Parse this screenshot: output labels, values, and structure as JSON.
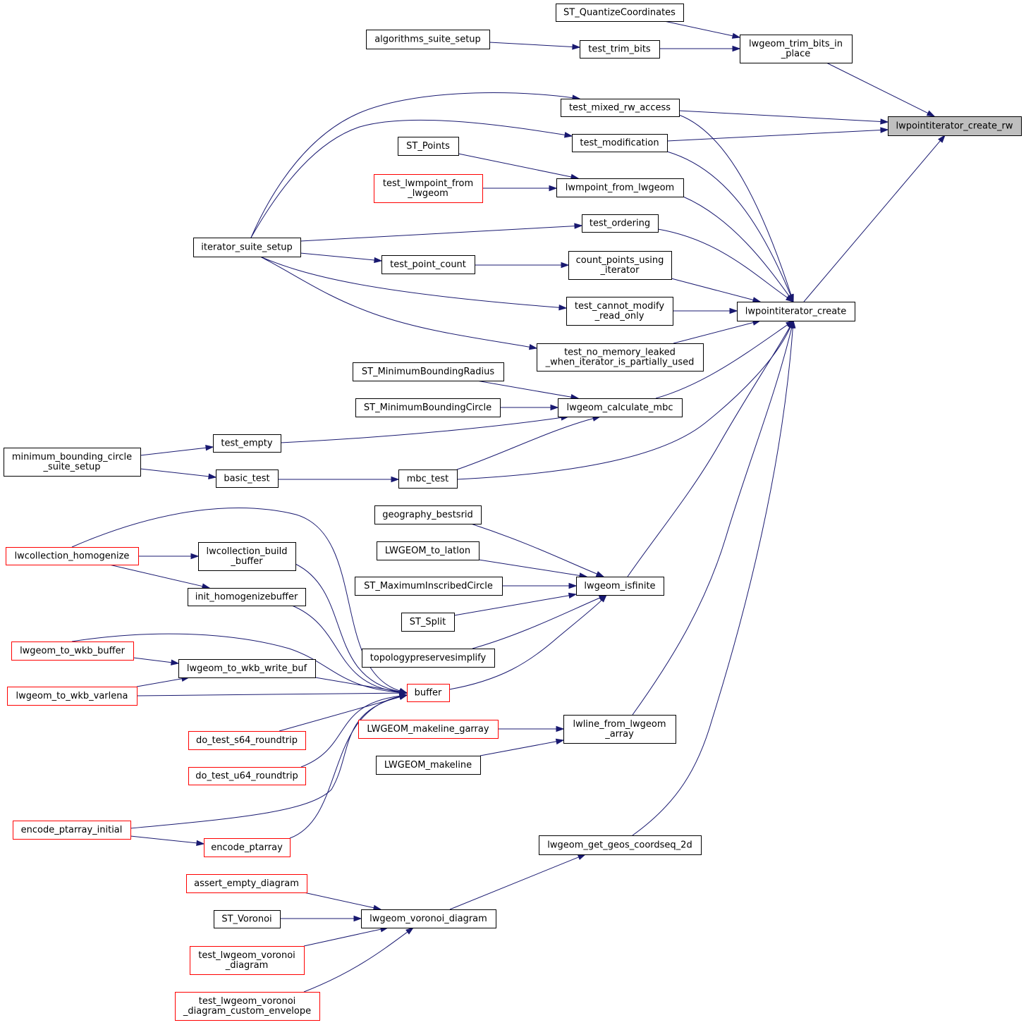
{
  "diagram": {
    "nodes": [
      {
        "id": "lwpointiterator_create_rw",
        "lines": [
          "lwpointiterator_create_rw"
        ],
        "style": "root"
      },
      {
        "id": "ST_QuantizeCoordinates",
        "lines": [
          "ST_QuantizeCoordinates"
        ],
        "style": "normal"
      },
      {
        "id": "lwgeom_trim_bits_in_place",
        "lines": [
          "lwgeom_trim_bits_in",
          "_place"
        ],
        "style": "normal"
      },
      {
        "id": "algorithms_suite_setup",
        "lines": [
          "algorithms_suite_setup"
        ],
        "style": "normal"
      },
      {
        "id": "test_trim_bits",
        "lines": [
          "test_trim_bits"
        ],
        "style": "normal"
      },
      {
        "id": "test_mixed_rw_access",
        "lines": [
          "test_mixed_rw_access"
        ],
        "style": "normal"
      },
      {
        "id": "test_modification",
        "lines": [
          "test_modification"
        ],
        "style": "normal"
      },
      {
        "id": "ST_Points",
        "lines": [
          "ST_Points"
        ],
        "style": "normal"
      },
      {
        "id": "test_lwmpoint_from_lwgeom",
        "lines": [
          "test_lwmpoint_from",
          "_lwgeom"
        ],
        "style": "red"
      },
      {
        "id": "lwmpoint_from_lwgeom",
        "lines": [
          "lwmpoint_from_lwgeom"
        ],
        "style": "normal"
      },
      {
        "id": "test_ordering",
        "lines": [
          "test_ordering"
        ],
        "style": "normal"
      },
      {
        "id": "iterator_suite_setup",
        "lines": [
          "iterator_suite_setup"
        ],
        "style": "normal"
      },
      {
        "id": "test_point_count",
        "lines": [
          "test_point_count"
        ],
        "style": "normal"
      },
      {
        "id": "count_points_using_iterator",
        "lines": [
          "count_points_using",
          "_iterator"
        ],
        "style": "normal"
      },
      {
        "id": "test_cannot_modify_read_only",
        "lines": [
          "test_cannot_modify",
          "_read_only"
        ],
        "style": "normal"
      },
      {
        "id": "lwpointiterator_create",
        "lines": [
          "lwpointiterator_create"
        ],
        "style": "normal"
      },
      {
        "id": "test_no_memory_leaked",
        "lines": [
          "test_no_memory_leaked",
          "_when_iterator_is_partially_used"
        ],
        "style": "normal"
      },
      {
        "id": "ST_MinimumBoundingRadius",
        "lines": [
          "ST_MinimumBoundingRadius"
        ],
        "style": "normal"
      },
      {
        "id": "ST_MinimumBoundingCircle",
        "lines": [
          "ST_MinimumBoundingCircle"
        ],
        "style": "normal"
      },
      {
        "id": "lwgeom_calculate_mbc",
        "lines": [
          "lwgeom_calculate_mbc"
        ],
        "style": "normal"
      },
      {
        "id": "test_empty",
        "lines": [
          "test_empty"
        ],
        "style": "normal"
      },
      {
        "id": "minimum_bounding_circle_suite_setup",
        "lines": [
          "minimum_bounding_circle",
          "_suite_setup"
        ],
        "style": "normal"
      },
      {
        "id": "basic_test",
        "lines": [
          "basic_test"
        ],
        "style": "normal"
      },
      {
        "id": "mbc_test",
        "lines": [
          "mbc_test"
        ],
        "style": "normal"
      },
      {
        "id": "geography_bestsrid",
        "lines": [
          "geography_bestsrid"
        ],
        "style": "normal"
      },
      {
        "id": "LWGEOM_to_latlon",
        "lines": [
          "LWGEOM_to_latlon"
        ],
        "style": "normal"
      },
      {
        "id": "ST_MaximumInscribedCircle",
        "lines": [
          "ST_MaximumInscribedCircle"
        ],
        "style": "normal"
      },
      {
        "id": "lwgeom_isfinite",
        "lines": [
          "lwgeom_isfinite"
        ],
        "style": "normal"
      },
      {
        "id": "ST_Split",
        "lines": [
          "ST_Split"
        ],
        "style": "normal"
      },
      {
        "id": "topologypreservesimplify",
        "lines": [
          "topologypreservesimplify"
        ],
        "style": "normal"
      },
      {
        "id": "lwcollection_homogenize",
        "lines": [
          "lwcollection_homogenize"
        ],
        "style": "red"
      },
      {
        "id": "lwcollection_build_buffer",
        "lines": [
          "lwcollection_build",
          "_buffer"
        ],
        "style": "normal"
      },
      {
        "id": "init_homogenizebuffer",
        "lines": [
          "init_homogenizebuffer"
        ],
        "style": "normal"
      },
      {
        "id": "lwgeom_to_wkb_buffer",
        "lines": [
          "lwgeom_to_wkb_buffer"
        ],
        "style": "red"
      },
      {
        "id": "lwgeom_to_wkb_write_buf",
        "lines": [
          "lwgeom_to_wkb_write_buf"
        ],
        "style": "normal"
      },
      {
        "id": "lwgeom_to_wkb_varlena",
        "lines": [
          "lwgeom_to_wkb_varlena"
        ],
        "style": "red"
      },
      {
        "id": "buffer",
        "lines": [
          "buffer"
        ],
        "style": "red"
      },
      {
        "id": "do_test_s64_roundtrip",
        "lines": [
          "do_test_s64_roundtrip"
        ],
        "style": "red"
      },
      {
        "id": "do_test_u64_roundtrip",
        "lines": [
          "do_test_u64_roundtrip"
        ],
        "style": "red"
      },
      {
        "id": "LWGEOM_makeline_garray",
        "lines": [
          "LWGEOM_makeline_garray"
        ],
        "style": "red"
      },
      {
        "id": "lwline_from_lwgeom_array",
        "lines": [
          "lwline_from_lwgeom",
          "_array"
        ],
        "style": "normal"
      },
      {
        "id": "LWGEOM_makeline",
        "lines": [
          "LWGEOM_makeline"
        ],
        "style": "normal"
      },
      {
        "id": "encode_ptarray_initial",
        "lines": [
          "encode_ptarray_initial"
        ],
        "style": "red"
      },
      {
        "id": "encode_ptarray",
        "lines": [
          "encode_ptarray"
        ],
        "style": "red"
      },
      {
        "id": "lwgeom_get_geos_coordseq_2d",
        "lines": [
          "lwgeom_get_geos_coordseq_2d"
        ],
        "style": "normal"
      },
      {
        "id": "assert_empty_diagram",
        "lines": [
          "assert_empty_diagram"
        ],
        "style": "red"
      },
      {
        "id": "ST_Voronoi",
        "lines": [
          "ST_Voronoi"
        ],
        "style": "normal"
      },
      {
        "id": "lwgeom_voronoi_diagram",
        "lines": [
          "lwgeom_voronoi_diagram"
        ],
        "style": "normal"
      },
      {
        "id": "test_lwgeom_voronoi_diagram",
        "lines": [
          "test_lwgeom_voronoi",
          "_diagram"
        ],
        "style": "red"
      },
      {
        "id": "test_lwgeom_voronoi_diagram_custom_envelope",
        "lines": [
          "test_lwgeom_voronoi",
          "_diagram_custom_envelope"
        ],
        "style": "red"
      }
    ],
    "edges": [
      {
        "from": "lwgeom_trim_bits_in_place",
        "to": "lwpointiterator_create_rw"
      },
      {
        "from": "ST_QuantizeCoordinates",
        "to": "lwgeom_trim_bits_in_place"
      },
      {
        "from": "test_trim_bits",
        "to": "lwgeom_trim_bits_in_place"
      },
      {
        "from": "algorithms_suite_setup",
        "to": "test_trim_bits"
      },
      {
        "from": "test_mixed_rw_access",
        "to": "lwpointiterator_create_rw"
      },
      {
        "from": "test_modification",
        "to": "lwpointiterator_create_rw"
      },
      {
        "from": "lwpointiterator_create",
        "to": "lwpointiterator_create_rw"
      },
      {
        "from": "iterator_suite_setup",
        "to": "test_mixed_rw_access"
      },
      {
        "from": "iterator_suite_setup",
        "to": "test_modification"
      },
      {
        "from": "iterator_suite_setup",
        "to": "test_ordering"
      },
      {
        "from": "iterator_suite_setup",
        "to": "test_point_count"
      },
      {
        "from": "iterator_suite_setup",
        "to": "test_cannot_modify_read_only"
      },
      {
        "from": "iterator_suite_setup",
        "to": "test_no_memory_leaked"
      },
      {
        "from": "ST_Points",
        "to": "lwmpoint_from_lwgeom"
      },
      {
        "from": "test_lwmpoint_from_lwgeom",
        "to": "lwmpoint_from_lwgeom"
      },
      {
        "from": "test_point_count",
        "to": "count_points_using_iterator"
      },
      {
        "from": "test_mixed_rw_access",
        "to": "lwpointiterator_create"
      },
      {
        "from": "test_modification",
        "to": "lwpointiterator_create"
      },
      {
        "from": "lwmpoint_from_lwgeom",
        "to": "lwpointiterator_create"
      },
      {
        "from": "test_ordering",
        "to": "lwpointiterator_create"
      },
      {
        "from": "count_points_using_iterator",
        "to": "lwpointiterator_create"
      },
      {
        "from": "test_cannot_modify_read_only",
        "to": "lwpointiterator_create"
      },
      {
        "from": "test_no_memory_leaked",
        "to": "lwpointiterator_create"
      },
      {
        "from": "lwgeom_calculate_mbc",
        "to": "lwpointiterator_create"
      },
      {
        "from": "mbc_test",
        "to": "lwpointiterator_create"
      },
      {
        "from": "lwgeom_isfinite",
        "to": "lwpointiterator_create"
      },
      {
        "from": "lwline_from_lwgeom_array",
        "to": "lwpointiterator_create"
      },
      {
        "from": "lwgeom_get_geos_coordseq_2d",
        "to": "lwpointiterator_create"
      },
      {
        "from": "ST_MinimumBoundingRadius",
        "to": "lwgeom_calculate_mbc"
      },
      {
        "from": "ST_MinimumBoundingCircle",
        "to": "lwgeom_calculate_mbc"
      },
      {
        "from": "test_empty",
        "to": "lwgeom_calculate_mbc"
      },
      {
        "from": "mbc_test",
        "to": "lwgeom_calculate_mbc"
      },
      {
        "from": "minimum_bounding_circle_suite_setup",
        "to": "test_empty"
      },
      {
        "from": "minimum_bounding_circle_suite_setup",
        "to": "basic_test"
      },
      {
        "from": "basic_test",
        "to": "mbc_test"
      },
      {
        "from": "geography_bestsrid",
        "to": "lwgeom_isfinite"
      },
      {
        "from": "LWGEOM_to_latlon",
        "to": "lwgeom_isfinite"
      },
      {
        "from": "ST_MaximumInscribedCircle",
        "to": "lwgeom_isfinite"
      },
      {
        "from": "ST_Split",
        "to": "lwgeom_isfinite"
      },
      {
        "from": "topologypreservesimplify",
        "to": "lwgeom_isfinite"
      },
      {
        "from": "buffer",
        "to": "lwgeom_isfinite"
      },
      {
        "from": "lwcollection_homogenize",
        "to": "lwcollection_build_buffer"
      },
      {
        "from": "lwcollection_homogenize",
        "to": "init_homogenizebuffer"
      },
      {
        "from": "lwcollection_homogenize",
        "to": "buffer"
      },
      {
        "from": "lwcollection_build_buffer",
        "to": "buffer"
      },
      {
        "from": "init_homogenizebuffer",
        "to": "buffer"
      },
      {
        "from": "lwgeom_to_wkb_buffer",
        "to": "lwgeom_to_wkb_write_buf"
      },
      {
        "from": "lwgeom_to_wkb_buffer",
        "to": "buffer"
      },
      {
        "from": "lwgeom_to_wkb_varlena",
        "to": "lwgeom_to_wkb_write_buf"
      },
      {
        "from": "lwgeom_to_wkb_varlena",
        "to": "buffer"
      },
      {
        "from": "lwgeom_to_wkb_write_buf",
        "to": "buffer"
      },
      {
        "from": "do_test_s64_roundtrip",
        "to": "buffer"
      },
      {
        "from": "do_test_u64_roundtrip",
        "to": "buffer"
      },
      {
        "from": "encode_ptarray_initial",
        "to": "buffer"
      },
      {
        "from": "encode_ptarray",
        "to": "buffer"
      },
      {
        "from": "encode_ptarray_initial",
        "to": "encode_ptarray"
      },
      {
        "from": "LWGEOM_makeline_garray",
        "to": "lwline_from_lwgeom_array"
      },
      {
        "from": "LWGEOM_makeline",
        "to": "lwline_from_lwgeom_array"
      },
      {
        "from": "lwgeom_voronoi_diagram",
        "to": "lwgeom_get_geos_coordseq_2d"
      },
      {
        "from": "assert_empty_diagram",
        "to": "lwgeom_voronoi_diagram"
      },
      {
        "from": "ST_Voronoi",
        "to": "lwgeom_voronoi_diagram"
      },
      {
        "from": "test_lwgeom_voronoi_diagram",
        "to": "lwgeom_voronoi_diagram"
      },
      {
        "from": "test_lwgeom_voronoi_diagram_custom_envelope",
        "to": "lwgeom_voronoi_diagram"
      }
    ]
  },
  "colors": {
    "edge": "#191970",
    "node_border": "#000000",
    "node_border_red": "#ff0000",
    "root_fill": "#bfbfbf",
    "background": "#ffffff"
  }
}
